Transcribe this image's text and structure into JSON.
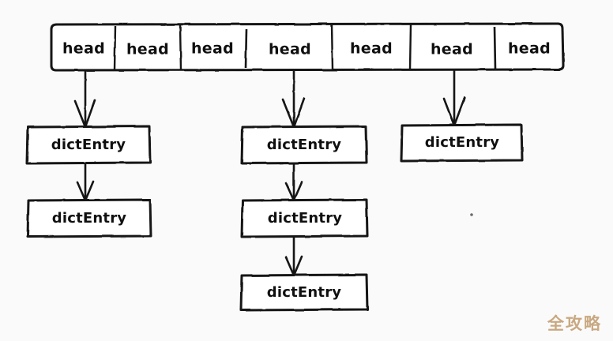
{
  "diagram": {
    "title": "hash-table-bucket-chain-diagram",
    "style": "hand-drawn sketch",
    "background_color": "#fafafa",
    "ink_color": "#121212",
    "box_fill": "#ffffff",
    "bucket_array": {
      "name": "head-bucket-array",
      "cell_count": 7,
      "cells": [
        {
          "label": "head"
        },
        {
          "label": "head"
        },
        {
          "label": "head"
        },
        {
          "label": "head"
        },
        {
          "label": "head"
        },
        {
          "label": "head"
        },
        {
          "label": "head"
        }
      ]
    },
    "chains": [
      {
        "name": "chain-left",
        "from_cell_index": 0,
        "nodes": [
          {
            "label": "dictEntry"
          },
          {
            "label": "dictEntry"
          }
        ]
      },
      {
        "name": "chain-middle",
        "from_cell_index": 3,
        "nodes": [
          {
            "label": "dictEntry"
          },
          {
            "label": "dictEntry"
          },
          {
            "label": "dictEntry"
          }
        ]
      },
      {
        "name": "chain-right",
        "from_cell_index": 5,
        "nodes": [
          {
            "label": "dictEntry"
          }
        ]
      }
    ]
  },
  "watermark": {
    "text": "全攻略",
    "color": "#c9a881"
  }
}
